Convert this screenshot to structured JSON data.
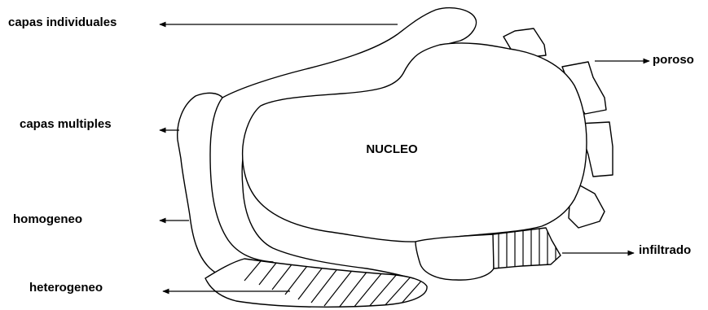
{
  "diagram": {
    "labels": {
      "capas_individuales": "capas individuales",
      "capas_multiples": "capas multiples",
      "homogeneo": "homogeneo",
      "heterogeneo": "heterogeneo",
      "poroso": "poroso",
      "infiltrado": "infiltrado",
      "nucleo": "NUCLEO"
    },
    "colors": {
      "line": "#000000",
      "background": "#ffffff"
    }
  }
}
